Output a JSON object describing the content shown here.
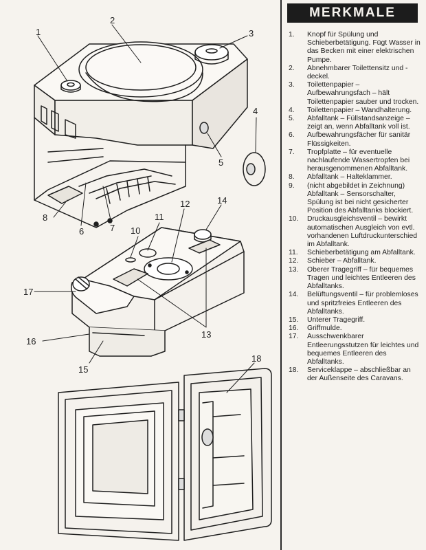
{
  "header": {
    "title": "MERKMALE"
  },
  "features": [
    {
      "num": "1.",
      "text": "Knopf für Spülung und Schieberbetätigung. Fügt Wasser in das Becken mit einer elektrischen Pumpe."
    },
    {
      "num": "2.",
      "text": "Abnehmbarer Toilettensitz und -deckel."
    },
    {
      "num": "3.",
      "text": "Toilettenpapier – Aufbewahrungsfach – hält Toilettenpapier sauber und trocken."
    },
    {
      "num": "4.",
      "text": "Toilettenpapier – Wandhalterung."
    },
    {
      "num": "5.",
      "text": "Abfalltank – Füllstandsanzeige – zeigt an, wenn Abfalltank voll ist."
    },
    {
      "num": "6.",
      "text": "Aufbewahrungsfächer für sanitär Flüssigkeiten."
    },
    {
      "num": "7.",
      "text": "Tropfplatte – für eventuelle nachlaufende Wassertropfen bei herausgenommenen Abfalltank."
    },
    {
      "num": "8.",
      "text": "Abfalltank – Halteklammer."
    },
    {
      "num": "9.",
      "text": "(nicht abgebildet in Zeichnung) Abfalltank – Sensorschalter, Spülung ist bei nicht gesicherter Position des Abfalltanks blockiert."
    },
    {
      "num": "10.",
      "text": "Druckausgleichsventil – bewirkt automatischen Ausgleich von evtl. vorhandenen Luftdruckunterschied im Abfalltank."
    },
    {
      "num": "11.",
      "text": "Schieberbetätigung am Abfalltank."
    },
    {
      "num": "12.",
      "text": "Schieber – Abfalltank."
    },
    {
      "num": "13.",
      "text": "Oberer Tragegriff – für bequemes Tragen und leichtes Entleeren des Abfalltanks."
    },
    {
      "num": "14.",
      "text": "Belüftungsventil – für problemloses und spritzfreies Entleeren des Abfalltanks."
    },
    {
      "num": "15.",
      "text": "Unterer Tragegriff."
    },
    {
      "num": "16.",
      "text": "Griffmulde."
    },
    {
      "num": "17.",
      "text": "Ausschwenkbarer Entleerungsstutzen für leichtes und bequemes Entleeren des Abfalltanks."
    },
    {
      "num": "18.",
      "text": "Serviceklappe – abschließbar an der Außenseite des Caravans."
    }
  ],
  "callouts": {
    "c1": "1",
    "c2": "2",
    "c3": "3",
    "c4": "4",
    "c5": "5",
    "c6": "6",
    "c7": "7",
    "c8": "8",
    "c10": "10",
    "c11": "11",
    "c12": "12",
    "c13": "13",
    "c14": "14",
    "c15": "15",
    "c16": "16",
    "c17": "17",
    "c18": "18"
  }
}
